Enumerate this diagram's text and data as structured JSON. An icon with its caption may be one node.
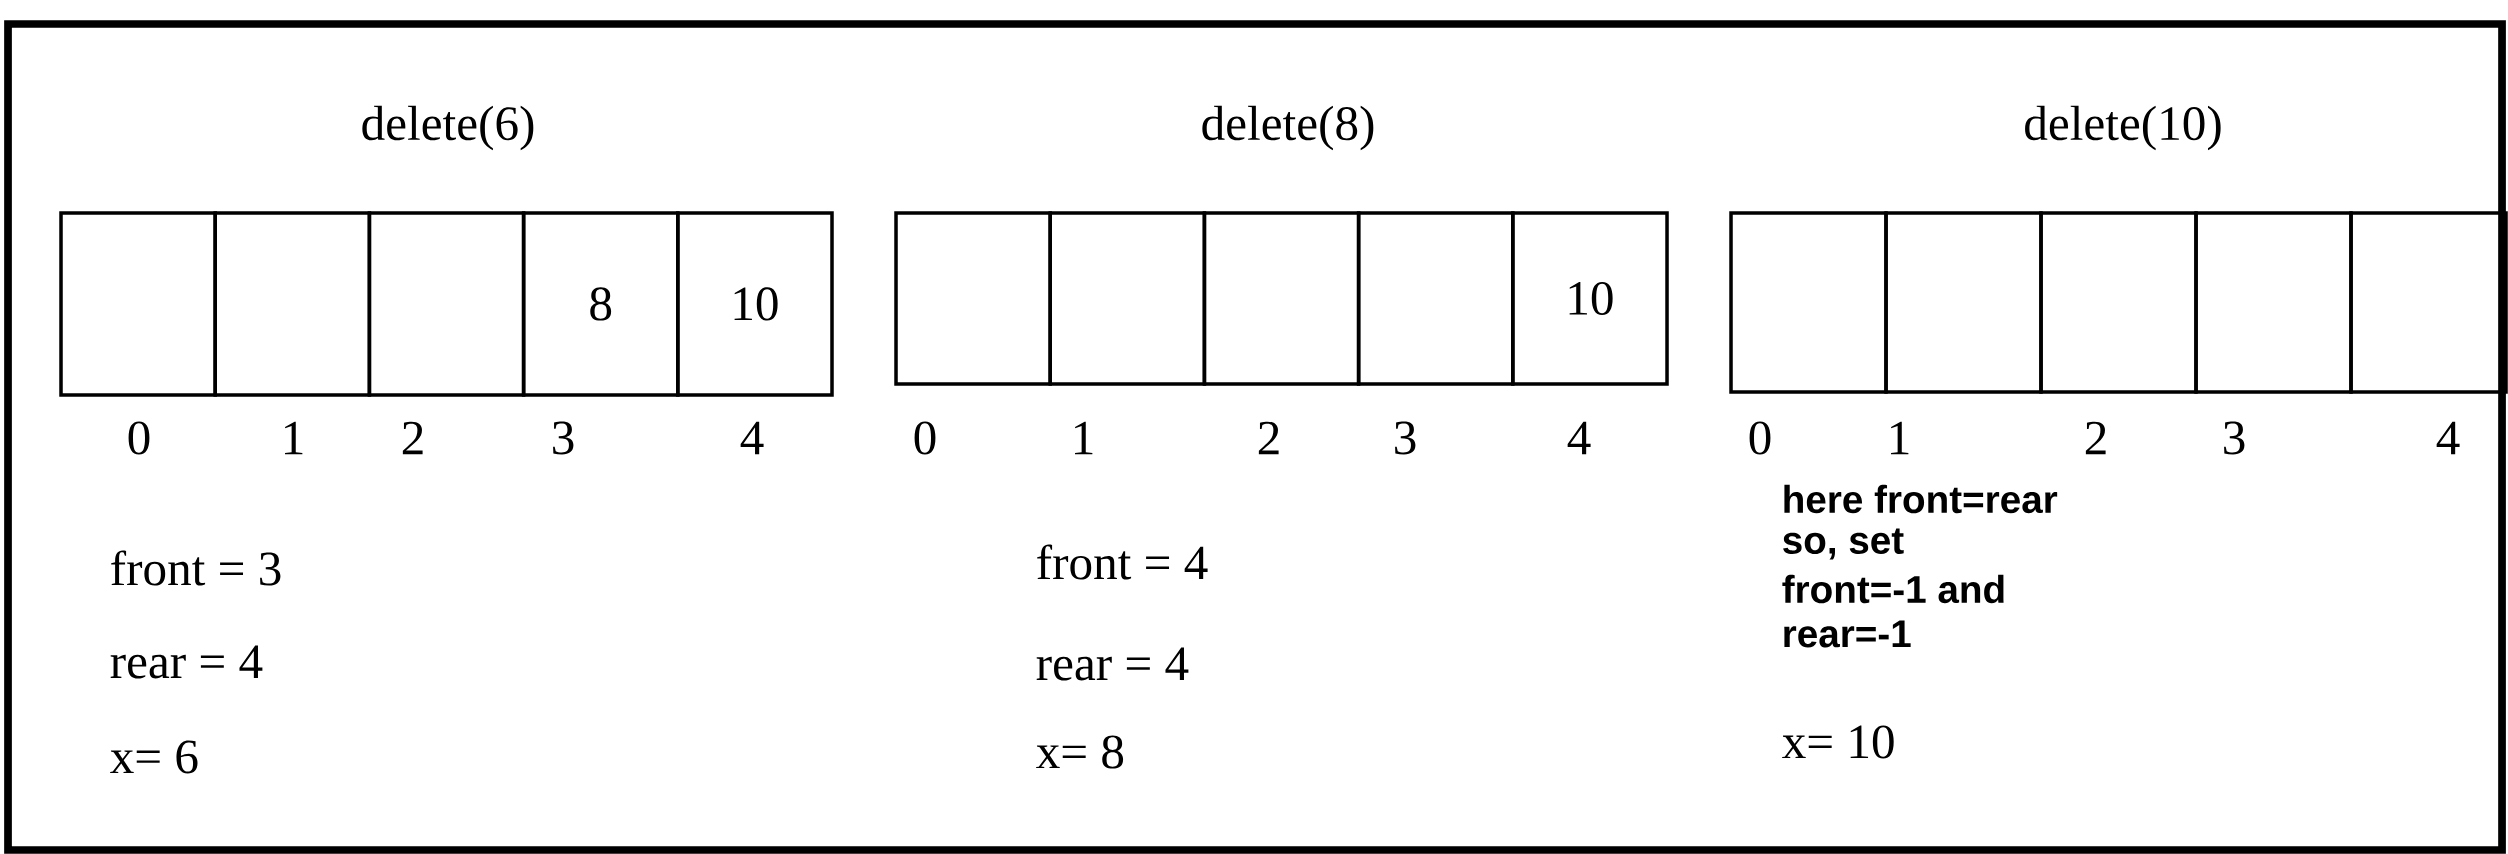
{
  "diagram": {
    "nodes": [
      {
        "text": [],
        "shape": "box"
      },
      {
        "text": [],
        "shape": "box"
      },
      {
        "text": [],
        "shape": "box"
      },
      {
        "text": [
          "8"
        ]
      },
      {
        "text": [
          "10"
        ]
      },
      {
        "text": [],
        "shape": "box"
      },
      {
        "text": [],
        "shape": "box"
      },
      {
        "text": [],
        "shape": "box"
      },
      {
        "text": [],
        "shape": "box"
      },
      {
        "text": [
          "10"
        ]
      },
      {
        "text": [],
        "shape": "box"
      },
      {
        "text": [],
        "shape": "box"
      },
      {
        "text": [],
        "shape": "box"
      },
      {
        "text": [],
        "shape": "box"
      },
      {
        "text": [],
        "shape": "box"
      }
    ],
    "labels": [
      "delete(6)",
      "delete(8)",
      "delete(10)",
      "0",
      "1",
      "2",
      "3",
      "4",
      "0",
      "1",
      "2",
      "3",
      "4",
      "0",
      "1",
      "2",
      "3",
      "4",
      "front = 3",
      "rear  = 4",
      "x= 6",
      "front = 4",
      "rear   = 4",
      "x= 8",
      "here front=rear",
      "so, set",
      "front=-1 and",
      "rear=-1",
      "x= 10"
    ]
  }
}
